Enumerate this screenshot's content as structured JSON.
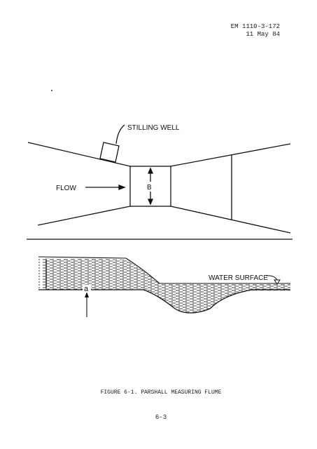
{
  "header": {
    "doc_number": "EM 1110-3-172",
    "date": "11 May 84"
  },
  "figure": {
    "labels": {
      "stilling_well": "STILLING WELL",
      "flow": "FLOW",
      "throat_width": "B",
      "water_surface": "WATER SURFACE",
      "gauge_point": "a"
    }
  },
  "caption": "FIGURE 6-1.  PARSHALL MEASURING FLUME",
  "page_number": "6-3"
}
